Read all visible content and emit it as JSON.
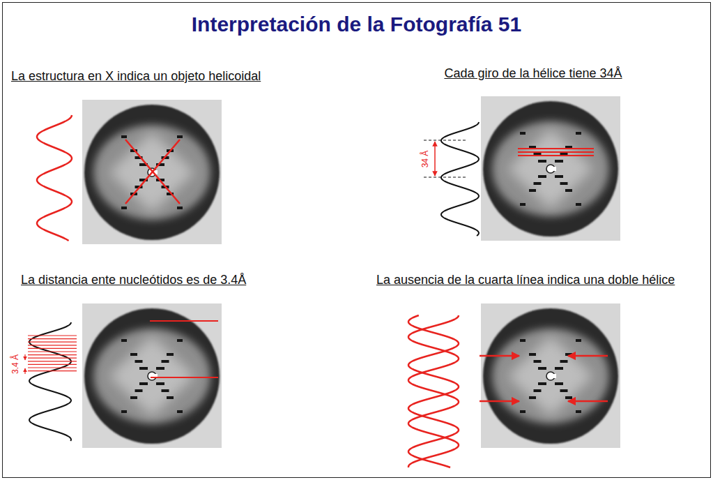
{
  "diagram": {
    "title": "Interpretación de la Fotografía 51",
    "labels": [
      "La estructura en X indica un objeto helicoidal",
      "Cada giro de la hélice tiene 34Å",
      "34 Å",
      "La distancia ente nucleótidos es de 3.4Å",
      "3.4 Å",
      "La ausencia de la cuarta línea indica una doble hélice"
    ]
  }
}
